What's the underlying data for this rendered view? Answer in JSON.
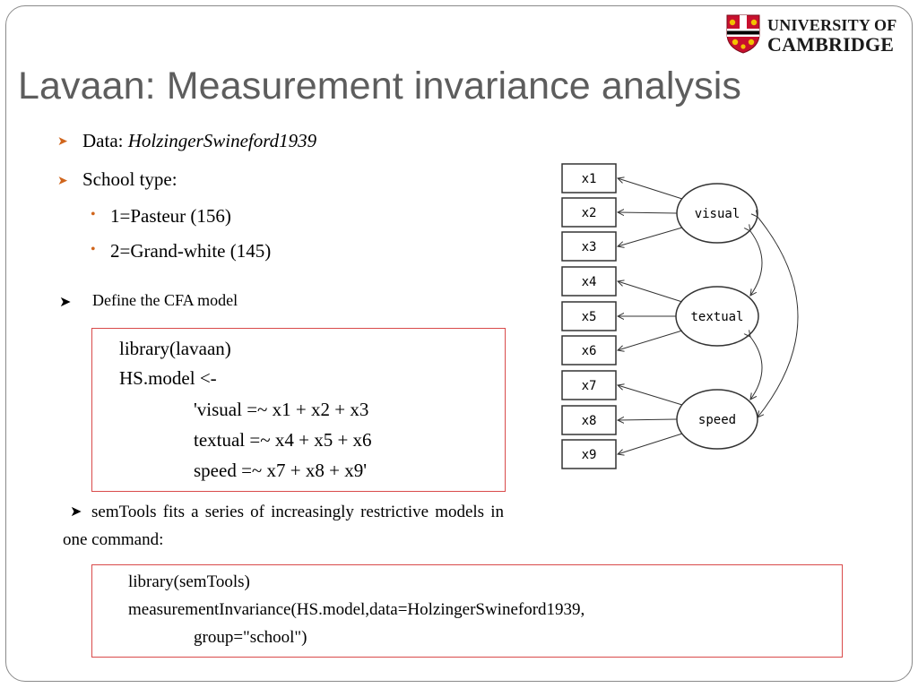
{
  "logo": {
    "line1": "UNIVERSITY OF",
    "line2": "CAMBRIDGE"
  },
  "title": "Lavaan: Measurement invariance analysis",
  "bullets": {
    "data_label": "Data: ",
    "data_value": "HolzingerSwineford1939",
    "school_type": "School type:",
    "sub1": "1=Pasteur (156)",
    "sub2": "2=Grand-white (145)",
    "define": "Define the CFA model"
  },
  "code1": {
    "lines": [
      "library(lavaan)",
      "HS.model <-",
      "'visual =~ x1 + x2 + x3",
      "textual =~ x4 + x5 + x6",
      "speed =~ x7 + x8 + x9'"
    ]
  },
  "semtools_text": "semTools fits a series of increasingly restrictive models in one command:",
  "code2": {
    "lines": [
      "library(semTools)",
      "measurementInvariance(HS.model,data=HolzingerSwineford1939,",
      "group=\"school\")"
    ]
  },
  "diagram": {
    "observed": [
      "x1",
      "x2",
      "x3",
      "x4",
      "x5",
      "x6",
      "x7",
      "x8",
      "x9"
    ],
    "latent": [
      "visual",
      "textual",
      "speed"
    ]
  }
}
